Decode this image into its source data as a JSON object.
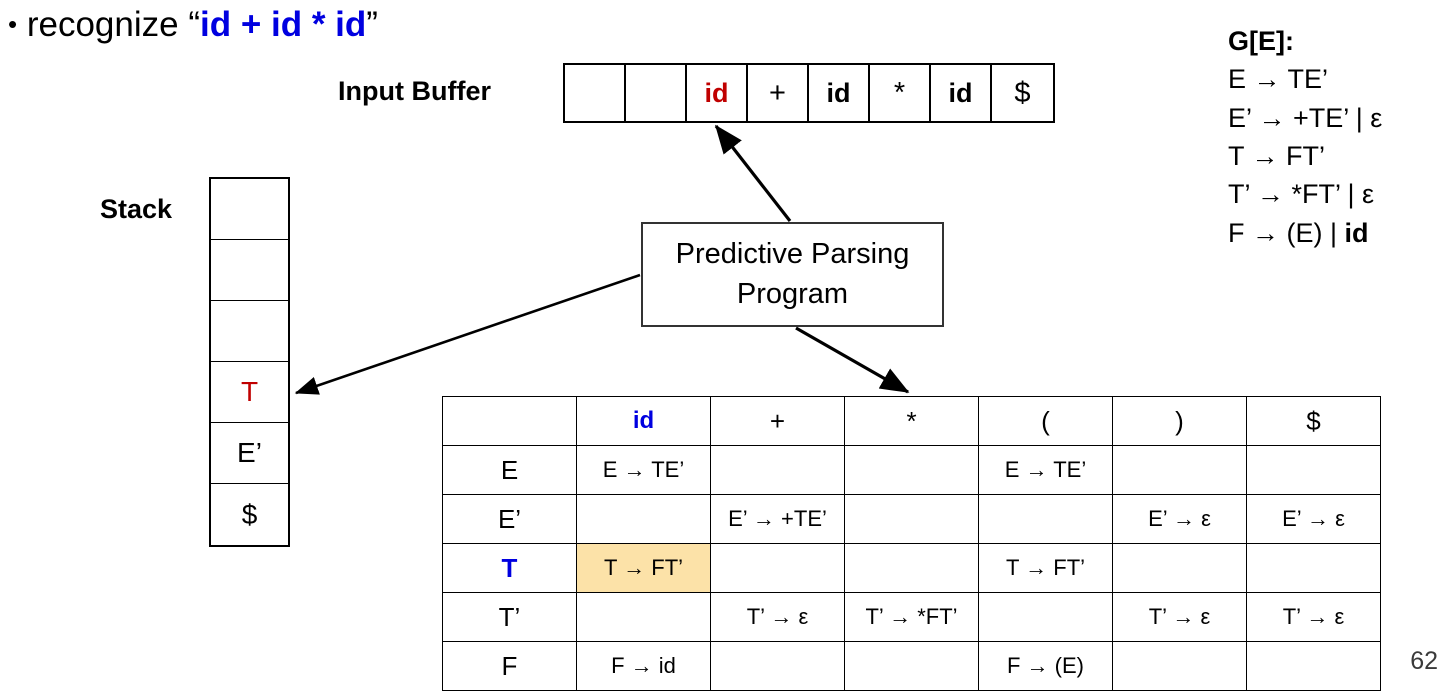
{
  "slide": {
    "bullet": {
      "prefix": "recognize ",
      "open_quote": "“",
      "expr_parts": [
        "id",
        " + ",
        "id",
        " * ",
        "id"
      ],
      "close_quote": "”"
    },
    "page_number": "62"
  },
  "labels": {
    "input_buffer": "Input Buffer",
    "stack": "Stack"
  },
  "input_buffer": {
    "cells": [
      {
        "text": "",
        "style": "empty"
      },
      {
        "text": "",
        "style": "empty"
      },
      {
        "text": "id",
        "style": "red-bold"
      },
      {
        "text": "+",
        "style": "plain"
      },
      {
        "text": "id",
        "style": "bold"
      },
      {
        "text": "*",
        "style": "plain"
      },
      {
        "text": "id",
        "style": "bold"
      },
      {
        "text": "$",
        "style": "plain"
      }
    ]
  },
  "stack": {
    "cells": [
      {
        "text": "",
        "style": "empty"
      },
      {
        "text": "",
        "style": "empty"
      },
      {
        "text": "",
        "style": "empty"
      },
      {
        "text": "T",
        "style": "red"
      },
      {
        "text": "E’",
        "style": "plain"
      },
      {
        "text": "$",
        "style": "plain"
      }
    ]
  },
  "program_box": {
    "line1": "Predictive Parsing",
    "line2": "Program"
  },
  "grammar": {
    "title": "G[E]:",
    "rules": [
      "E → TE’",
      "E’ → +TE’ | ε",
      "T → FT’",
      "T’ → *FT’ | ε"
    ],
    "rule_f_prefix": "F → (E) | ",
    "rule_f_bold": "id"
  },
  "parse_table": {
    "columns": [
      "",
      "id",
      "+",
      "*",
      "(",
      ")",
      "$"
    ],
    "rows": [
      {
        "label": "E",
        "label_style": "plain",
        "cells": [
          {
            "text": "E → TE’",
            "hl": false
          },
          {
            "text": "",
            "hl": false
          },
          {
            "text": "",
            "hl": false
          },
          {
            "text": "E → TE’",
            "hl": false
          },
          {
            "text": "",
            "hl": false
          },
          {
            "text": "",
            "hl": false
          }
        ]
      },
      {
        "label": "E’",
        "label_style": "plain",
        "cells": [
          {
            "text": "",
            "hl": false
          },
          {
            "text": "E’ → +TE’",
            "hl": false
          },
          {
            "text": "",
            "hl": false
          },
          {
            "text": "",
            "hl": false
          },
          {
            "text": "E’ → ε",
            "hl": false
          },
          {
            "text": "E’ → ε",
            "hl": false
          }
        ]
      },
      {
        "label": "T",
        "label_style": "blue",
        "cells": [
          {
            "text": "T → FT’",
            "hl": true
          },
          {
            "text": "",
            "hl": false
          },
          {
            "text": "",
            "hl": false
          },
          {
            "text": "T → FT’",
            "hl": false
          },
          {
            "text": "",
            "hl": false
          },
          {
            "text": "",
            "hl": false
          }
        ]
      },
      {
        "label": "T’",
        "label_style": "plain",
        "cells": [
          {
            "text": "",
            "hl": false
          },
          {
            "text": "T’ → ε",
            "hl": false
          },
          {
            "text": "T’ → *FT’",
            "hl": false
          },
          {
            "text": "",
            "hl": false
          },
          {
            "text": "T’ → ε",
            "hl": false
          },
          {
            "text": "T’ → ε",
            "hl": false
          }
        ]
      },
      {
        "label": "F",
        "label_style": "plain",
        "cells": [
          {
            "text": "F → id",
            "hl": false
          },
          {
            "text": "",
            "hl": false
          },
          {
            "text": "",
            "hl": false
          },
          {
            "text": "F → (E)",
            "hl": false
          },
          {
            "text": "",
            "hl": false
          },
          {
            "text": "",
            "hl": false
          }
        ]
      }
    ]
  },
  "colors": {
    "red": "#C00000",
    "blue": "#0000E0",
    "highlight": "#FCE2A8",
    "line": "#000000"
  }
}
